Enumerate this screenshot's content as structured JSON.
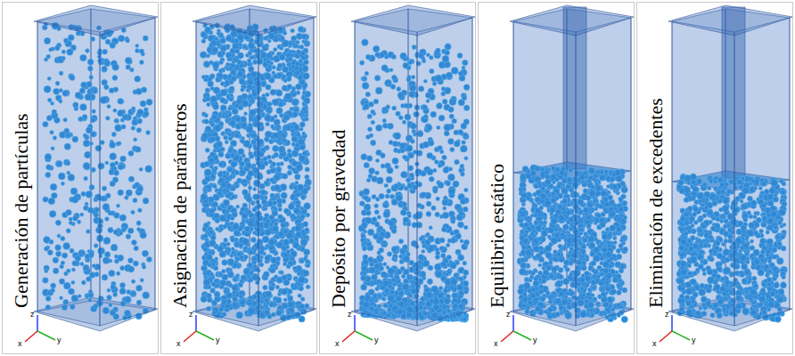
{
  "diagram": {
    "nodes": [
      {
        "text": [
          "Generación de partículas"
        ]
      },
      {
        "text": [
          "Asignación de parámetros"
        ]
      },
      {
        "text": [
          "Depósito por gravedad"
        ]
      },
      {
        "text": [
          "Equilibrio estático"
        ]
      },
      {
        "text": [
          "Eliminación de excedentes"
        ]
      }
    ],
    "labels": [
      "z",
      "x",
      "y",
      "z",
      "x",
      "y",
      "z",
      "x",
      "y",
      "z",
      "x",
      "y",
      "z",
      "x",
      "y"
    ]
  }
}
